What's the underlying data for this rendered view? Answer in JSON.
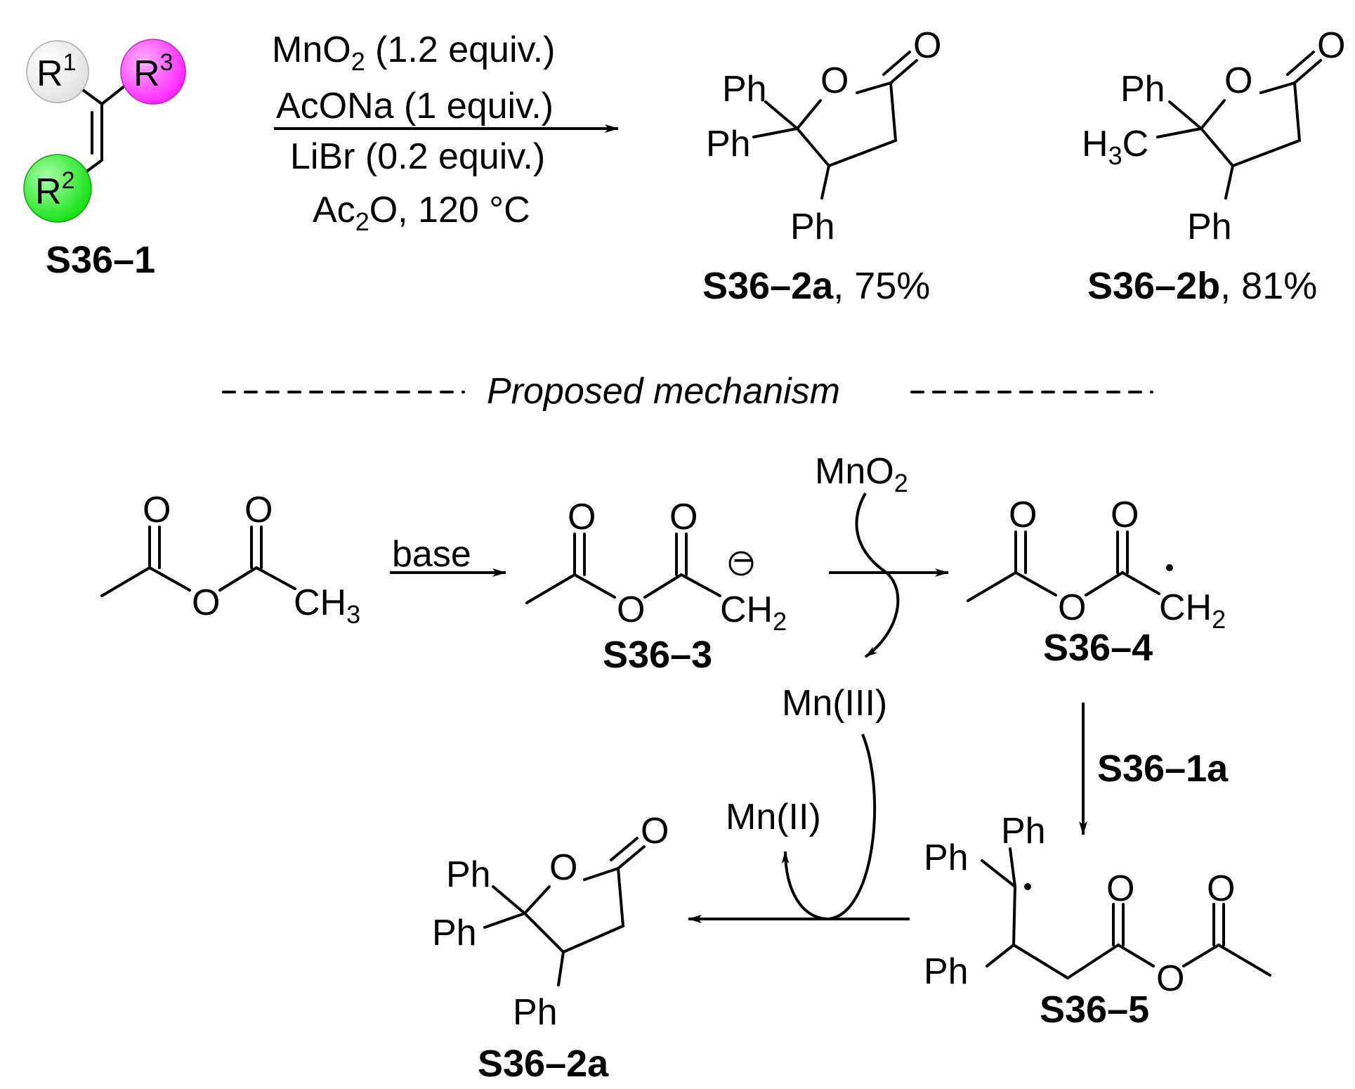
{
  "colors": {
    "r1": "#e0e0e0",
    "r2": "#12e012",
    "r3": "#ff22ff",
    "ph_magenta": "#ff00ff",
    "ph_green": "#22dd22"
  },
  "substrate": {
    "r1": "R",
    "r1_sup": "1",
    "r2": "R",
    "r2_sup": "2",
    "r3": "R",
    "r3_sup": "3",
    "label": "S36–1"
  },
  "conditions": {
    "line1_a": "MnO",
    "line1_sub": "2",
    "line1_b": " (1.2 equiv.)",
    "line2": "AcONa (1 equiv.)",
    "line3": "LiBr (0.2 equiv.)",
    "line4_a": "Ac",
    "line4_sub": "2",
    "line4_b": "O, 120 °C"
  },
  "product_a": {
    "ph1": "Ph",
    "ph2": "Ph",
    "ph3": "Ph",
    "o_ring": "O",
    "o_carbonyl": "O",
    "label": "S36–2a",
    "yield": ", 75%"
  },
  "product_b": {
    "ph1": "Ph",
    "methyl_h": "H",
    "methyl_sub": "3",
    "methyl_c": "C",
    "ph3": "Ph",
    "o_ring": "O",
    "o_carbonyl": "O",
    "label": "S36–2b",
    "yield": ", 81%"
  },
  "mechanism": {
    "heading": "Proposed mechanism",
    "anhydride": {
      "o1": "O",
      "o2": "O",
      "o3": "O",
      "ch": "CH",
      "ch_sub": "3"
    },
    "base": "base",
    "s36_3": {
      "o1": "O",
      "o2": "O",
      "o3": "O",
      "ch": "CH",
      "ch_sub": "2",
      "charge": "−",
      "label": "S36–3"
    },
    "mno2": {
      "a": "MnO",
      "sub": "2"
    },
    "mn3": "Mn(III)",
    "s36_4": {
      "o1": "O",
      "o2": "O",
      "o3": "O",
      "ch": "CH",
      "ch_sub": "2",
      "label": "S36–4"
    },
    "reagent_1a": "S36–1a",
    "s36_5": {
      "ph1": "Ph",
      "ph2": "Ph",
      "ph3": "Ph",
      "o1": "O",
      "o2": "O",
      "o3": "O",
      "label": "S36–5"
    },
    "mn2": "Mn(II)",
    "product": {
      "ph1": "Ph",
      "ph2": "Ph",
      "ph3": "Ph",
      "o_ring": "O",
      "o_carbonyl": "O",
      "label": "S36–2a"
    }
  }
}
